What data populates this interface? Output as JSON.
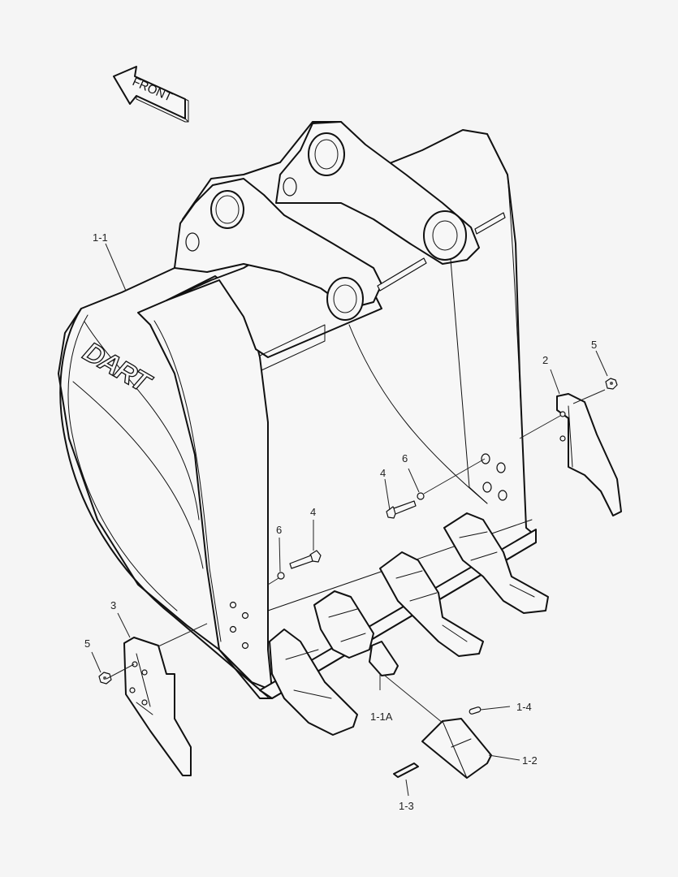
{
  "diagram": {
    "type": "exploded parts diagram",
    "subject": "excavator bucket assembly",
    "background": "#f5f5f5",
    "line_color": "#111111",
    "direction_arrow": {
      "label": "FRONT"
    },
    "brand_mark": "DART",
    "callouts": [
      {
        "id": "1-1",
        "label": "1-1",
        "part": "bucket body"
      },
      {
        "id": "1-1A",
        "label": "1-1A",
        "part": "tooth adapter"
      },
      {
        "id": "1-2",
        "label": "1-2",
        "part": "tooth point"
      },
      {
        "id": "1-3",
        "label": "1-3",
        "part": "lock pin"
      },
      {
        "id": "1-4",
        "label": "1-4",
        "part": "pin retainer"
      },
      {
        "id": "2",
        "label": "2",
        "part": "side cutter (right)"
      },
      {
        "id": "3",
        "label": "3",
        "part": "side cutter (left)"
      },
      {
        "id": "4a",
        "label": "4",
        "part": "bolt (right)"
      },
      {
        "id": "4b",
        "label": "4",
        "part": "bolt (left)"
      },
      {
        "id": "5a",
        "label": "5",
        "part": "nut (right)"
      },
      {
        "id": "5b",
        "label": "5",
        "part": "nut (left)"
      },
      {
        "id": "6a",
        "label": "6",
        "part": "washer (right)"
      },
      {
        "id": "6b",
        "label": "6",
        "part": "washer (left)"
      }
    ]
  }
}
